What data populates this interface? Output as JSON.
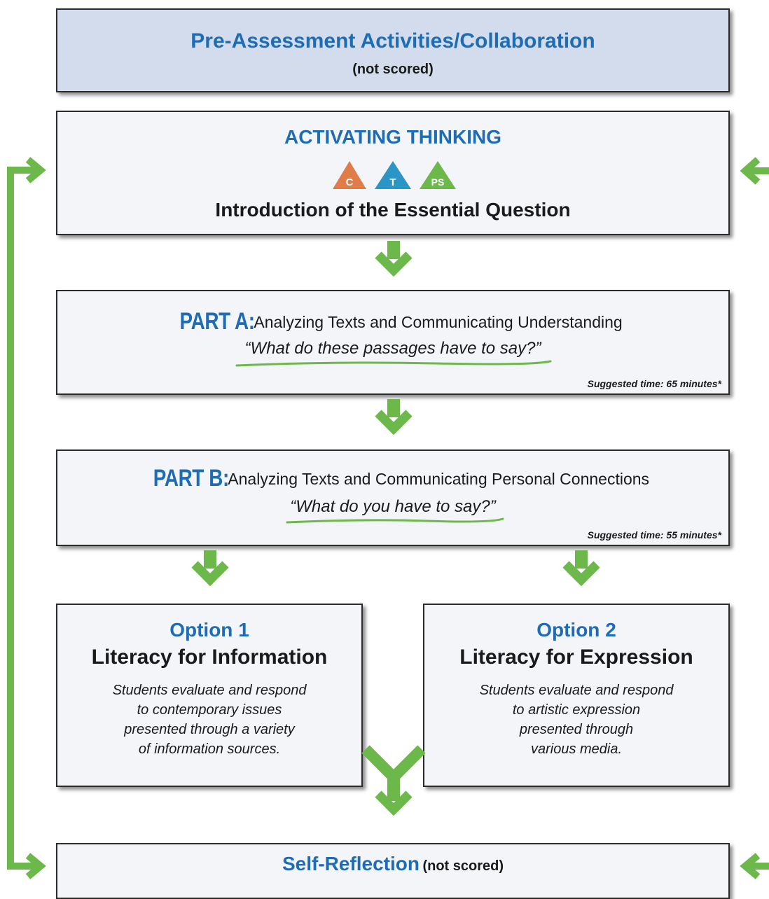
{
  "pre_assessment": {
    "title": "Pre-Assessment Activities/Collaboration",
    "note": "(not scored)"
  },
  "activating": {
    "title": "ACTIVATING THINKING",
    "badges": [
      {
        "label": "C",
        "color": "#e07c4a"
      },
      {
        "label": "T",
        "color": "#2b96c6"
      },
      {
        "label": "PS",
        "color": "#6db84a"
      }
    ],
    "subtitle": "Introduction of the Essential Question"
  },
  "part_a": {
    "tag": "PART A:",
    "title": "Analyzing Texts and Communicating Understanding",
    "question": "“What do these passages have to say?”",
    "time": "Suggested time: 65 minutes*"
  },
  "part_b": {
    "tag": "PART B:",
    "title": "Analyzing Texts and Communicating Personal Connections",
    "question": "“What do you have to say?”",
    "time": "Suggested time: 55 minutes*"
  },
  "option1": {
    "label": "Option 1",
    "title": "Literacy for Information",
    "desc": [
      "Students evaluate and respond",
      "to contemporary issues",
      "presented through a variety",
      "of information sources."
    ]
  },
  "option2": {
    "label": "Option 2",
    "title": "Literacy for Expression",
    "desc": [
      "Students evaluate and respond",
      "to artistic expression",
      "presented through",
      "various media."
    ]
  },
  "self_reflection": {
    "title": "Self-Reflection",
    "note": "(not scored)"
  },
  "colors": {
    "arrow": "#6db84a",
    "heading": "#1e6db4",
    "box": "#f3f5f9",
    "pre_box": "#d3dcec"
  }
}
